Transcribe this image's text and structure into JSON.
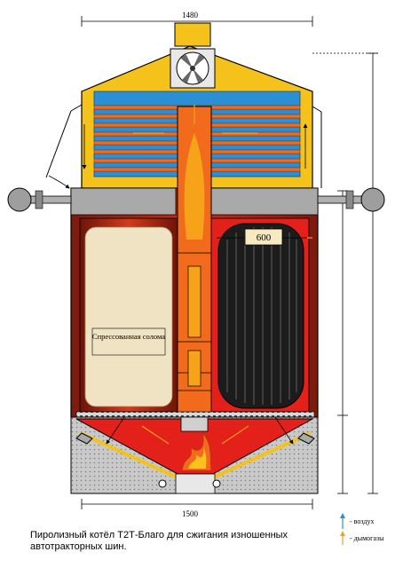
{
  "dimensions": {
    "top_width": "1480",
    "bottom_width": "1500",
    "tire_size": "600"
  },
  "labels": {
    "straw": "Спрессованная солома"
  },
  "legend": {
    "air": "- воздух",
    "flue_gas": "- дымогазы"
  },
  "caption": "Пиролизный котёл Т2Т-Благо для сжигания изношенных автотракторных шин.",
  "colors": {
    "yellow": "#f4c21a",
    "blue": "#2b8fd6",
    "orange": "#f26a1b",
    "dark_red": "#8a1d14",
    "red": "#e4201b",
    "straw": "#efe3c4",
    "tire": "#1c1c1c",
    "gray": "#b8b8b8"
  }
}
